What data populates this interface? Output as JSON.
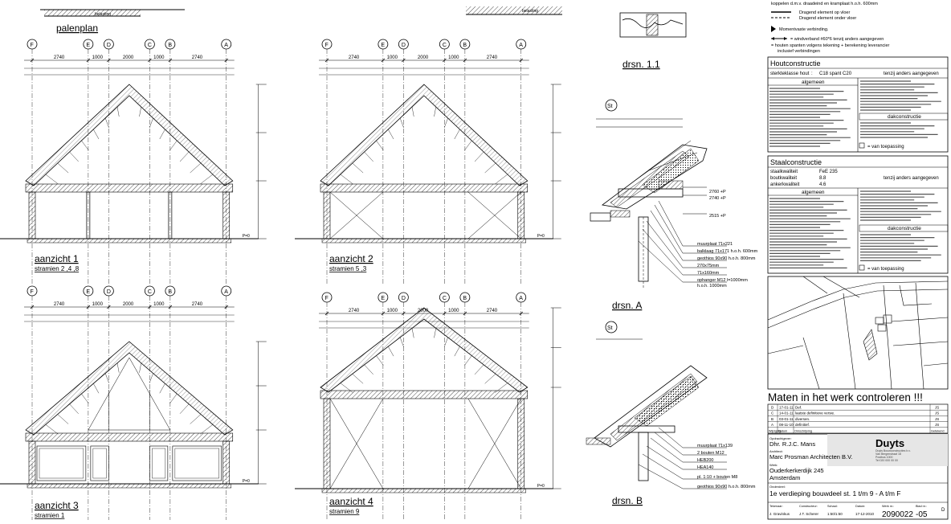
{
  "top": {
    "beladen_label": "belasting",
    "legend_line0": "koppelen d.m.v. draadeind en kramplaat h.o.h. 600mm",
    "legend_draagend_op": "Dragend element op vloer",
    "legend_draagend_onder": "Dragend element onder vloer",
    "legend_moment": "Momentvaste verbinding.",
    "legend_windverband": "= windverband #60*6 tenzij anders aangegeven",
    "legend_spanten": "= houten spanten volgens tekening + berekening leverancier",
    "legend_inclusief": "inclusief verbindingen"
  },
  "sheet": {
    "palenplan": "palenplan",
    "grid_letters": [
      "F",
      "E",
      "D",
      "C",
      "B",
      "A"
    ],
    "dims_top": [
      "2740",
      "1000",
      "2000",
      "1000",
      "2740"
    ],
    "v1": {
      "title": "aanzicht 1",
      "sub": "stramien 2 ,4 ,8"
    },
    "v2": {
      "title": "aanzicht 2",
      "sub": "stramien 5 ,3"
    },
    "v3": {
      "title": "aanzicht 3",
      "sub": "stramien 1"
    },
    "v4": {
      "title": "aanzicht 4",
      "sub": "stramien 9"
    },
    "drsn11": "drsn. 1.1",
    "drsnA": "drsn. A",
    "drsnB": "drsn. B",
    "detail_marker": "St",
    "levels_a": [
      "2760 +P",
      "2740 +P",
      "2515 +P"
    ],
    "details_a": [
      "muurplaat 71x221",
      "balklaag 71x171 h.o.h. 600mm",
      "geothios 90x90 h.o.h. 800mm",
      "270x75mm",
      "71x160mm",
      "ophanger M12 l=1000mm"
    ],
    "details_b": [
      "muurplaat 71x139",
      "2 bouten M12",
      "HEB200",
      "HEA140",
      "pl. 1:10 + bouten M8",
      "geothios 90x90 h.o.h. 800mm"
    ],
    "hoh_label": "h.o.h. 1000mm",
    "peil": "P=0"
  },
  "hout": {
    "title": "Houtconstructie",
    "row_label": "sterkteklasse hout",
    "row_value": "C18 spant C20",
    "row_note": "tenzij anders aangegeven",
    "algemeen": "algemeen",
    "dakconstructie": "dakconstructie",
    "van_toepassing": "= van toepassing"
  },
  "staal": {
    "title": "Staalconstructie",
    "rows": [
      {
        "label": "staalkwaliteit",
        "value": "FeE 235"
      },
      {
        "label": "boutkwaliteit",
        "value": "8.8"
      },
      {
        "label": "ankerkwaliteit",
        "value": "4.6"
      }
    ],
    "note": "tenzij anders aangegeven",
    "algemeen": "algemeen",
    "dakconstructie": "dakconstructie",
    "van_toepassing": "= van toepassing"
  },
  "maten": "Maten in het werk controleren !!!",
  "revisions": [
    {
      "letter": "D",
      "date": "17-01-11",
      "desc": "Def.",
      "by": "JS"
    },
    {
      "letter": "C",
      "date": "14-01-11",
      "desc": "laatste definitieve versie.",
      "by": "JS"
    },
    {
      "letter": "B",
      "date": "03-01-11",
      "desc": "diversen.",
      "by": "JS"
    },
    {
      "letter": "A",
      "date": "08-11-10",
      "desc": "definitief.",
      "by": "JS"
    }
  ],
  "rev_headers": [
    "Wijziging",
    "Datum",
    "Omschrijving",
    "Getekend"
  ],
  "titleblock": {
    "opdrachtgever_label": "Opdrachtgever:",
    "opdrachtgever": "Dhr. R.J.C. Mans",
    "architect_label": "Architect:",
    "architect": "Marc Prosman Architecten B.V.",
    "werk_label": "Werk:",
    "werk": "Ouderkerkerdijk 245",
    "werk2": "Amsterdam",
    "onderdeel_label": "Onderdeel:",
    "onderdeel": "1e verdieping bouwdeel st. 1 t/m 9 - A t/m F",
    "logo": "Duyts",
    "bottom_labels": [
      "Tekenaar:",
      "Constructeur:",
      "Schaal:",
      "Datum:",
      "Werk nr.:",
      "Blad nr.:"
    ],
    "bottom_values": [
      "J. Gravinkus",
      "J.T. Scherer",
      "1:50/1:50",
      "17-12-2010",
      "2090022",
      "-05"
    ],
    "revision_super": "D"
  }
}
